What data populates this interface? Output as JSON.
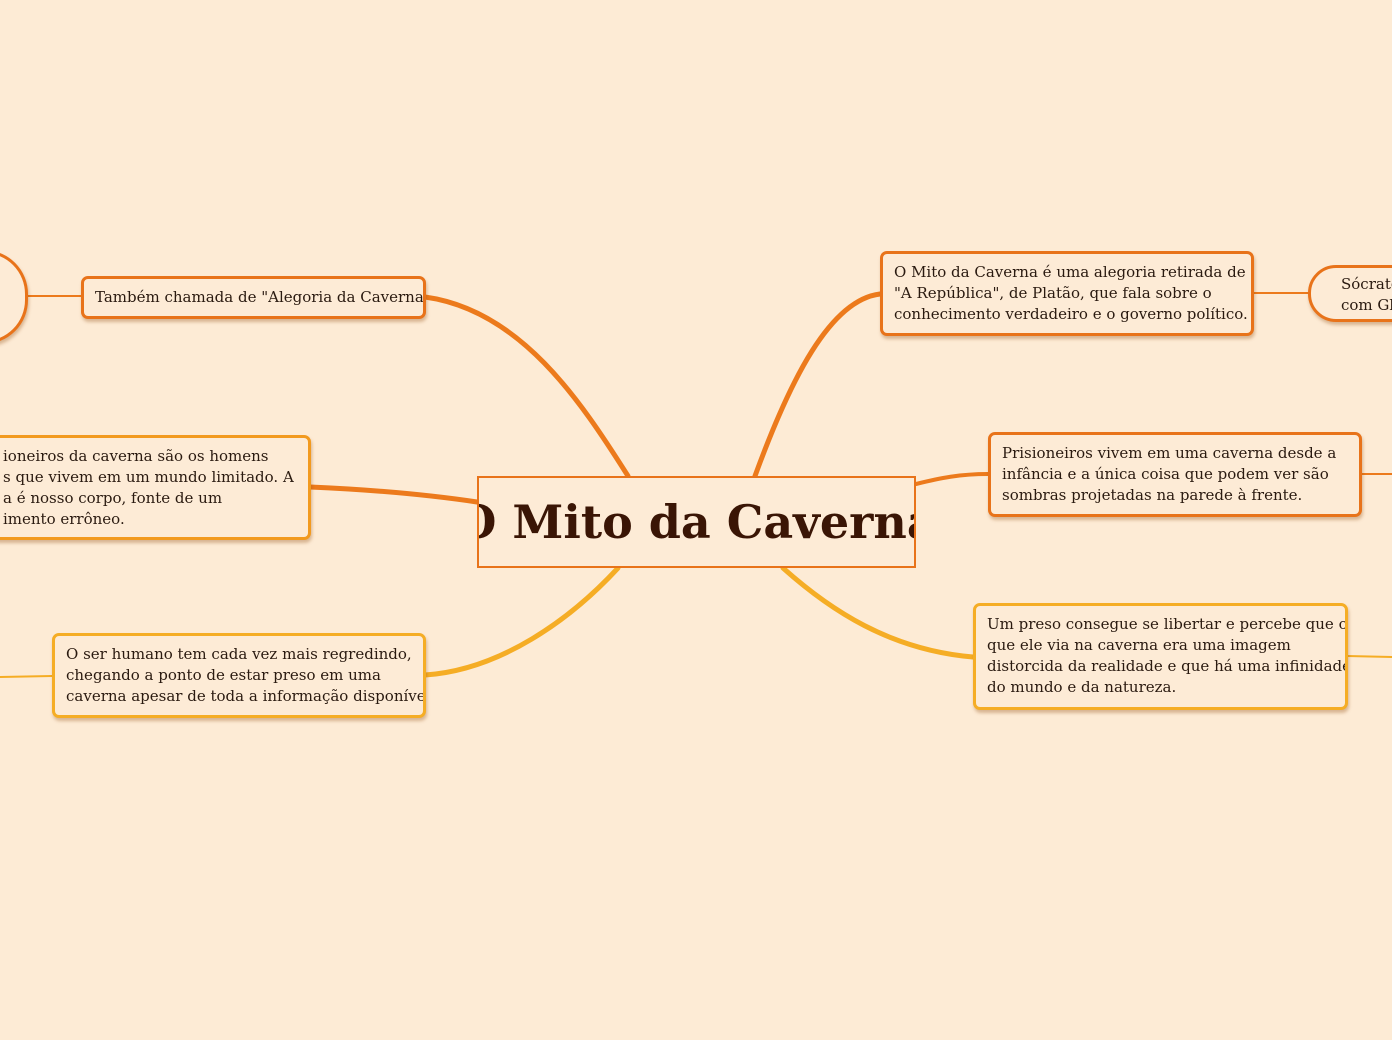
{
  "title": "O Mito da Caverna",
  "colors": {
    "background": "#fdebd5",
    "branch_orange": "#e8731a",
    "branch_amber": "#f29a1f",
    "branch_yellow": "#f5ad25",
    "title_text": "#3a1505"
  },
  "nodes": {
    "top_left": {
      "lines": [
        "Também chamada de \"Alegoria da Caverna\""
      ]
    },
    "mid_left": {
      "lines": [
        "ioneiros da caverna são os homens",
        "s que vivem em um mundo limitado. A",
        "a é nosso corpo, fonte de um",
        "imento errôneo."
      ]
    },
    "bottom_left": {
      "lines": [
        "O ser humano tem cada vez mais regredindo,",
        "chegando a ponto de estar preso em uma",
        "caverna apesar de toda a informação disponível."
      ]
    },
    "top_right": {
      "lines": [
        "O Mito da Caverna é uma alegoria retirada de",
        "\"A República\", de Platão, que fala sobre o",
        "conhecimento verdadeiro e o governo político."
      ]
    },
    "mid_right": {
      "lines": [
        "Prisioneiros vivem em uma caverna desde a",
        "infância e a única coisa que podem ver são",
        "sombras projetadas na parede à frente."
      ]
    },
    "bottom_right": {
      "lines": [
        "Um preso consegue se libertar e percebe que o",
        "que ele via na caverna era uma imagem",
        "distorcida da realidade e que há uma infinidade",
        "do mundo e da natureza."
      ]
    },
    "far_right": {
      "lines": [
        "Sócrate",
        "com Gl"
      ]
    }
  }
}
